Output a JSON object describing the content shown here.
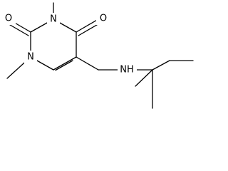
{
  "molecule": {
    "atoms": {
      "o_c2": "O",
      "n_3": "N",
      "o_c4": "O",
      "n_1": "N",
      "n_amine": "NH"
    },
    "colors": {
      "bond": "#000000",
      "label": "#000000",
      "background": "#ffffff"
    }
  }
}
